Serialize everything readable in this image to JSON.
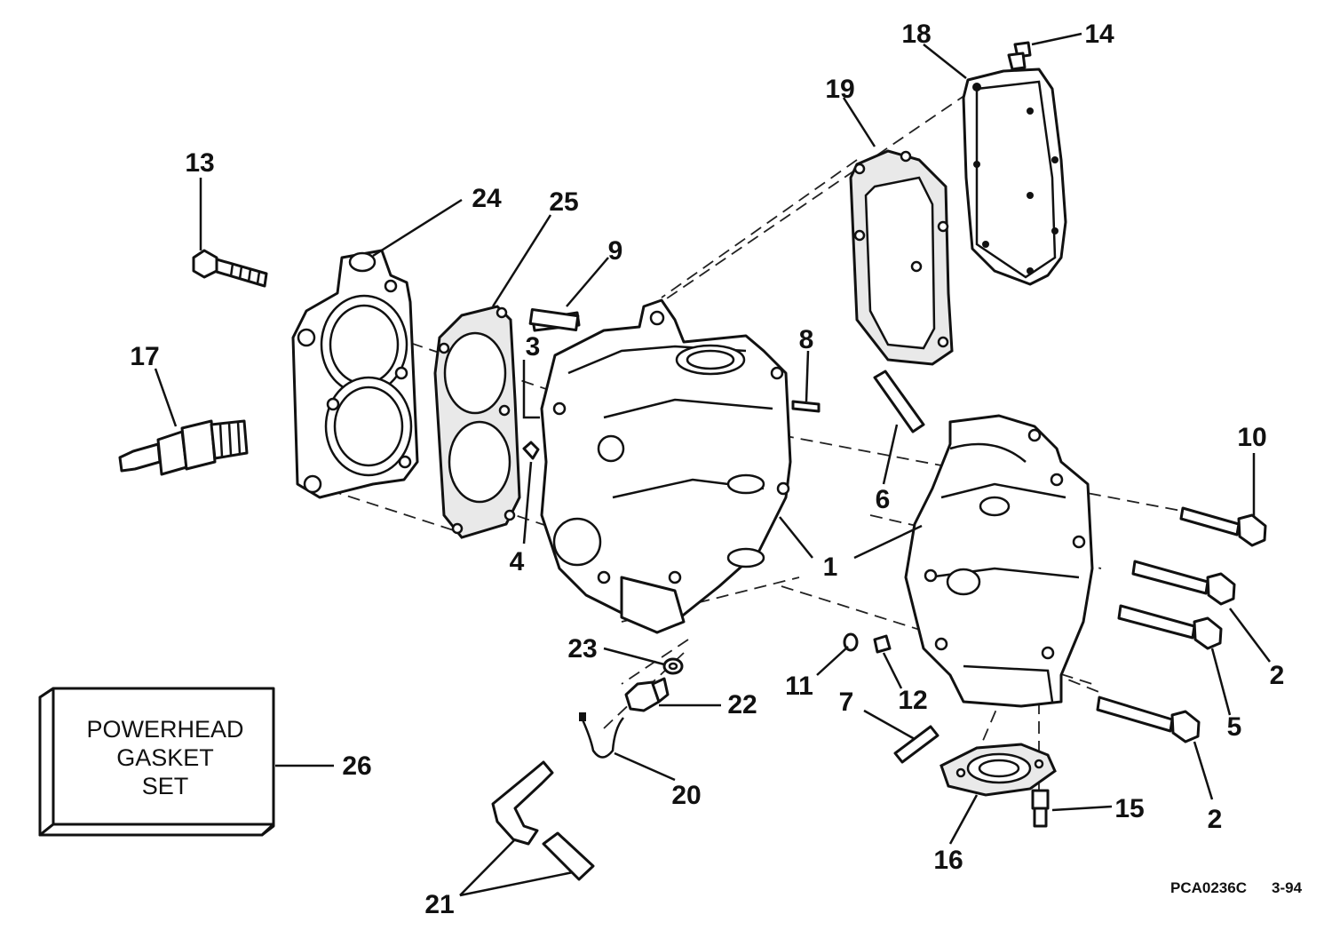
{
  "callouts": [
    {
      "id": "c1a",
      "text": "1"
    },
    {
      "id": "c1b",
      "text": "1"
    },
    {
      "id": "c2a",
      "text": "2"
    },
    {
      "id": "c2b",
      "text": "2"
    },
    {
      "id": "c3",
      "text": "3"
    },
    {
      "id": "c4",
      "text": "4"
    },
    {
      "id": "c5",
      "text": "5"
    },
    {
      "id": "c6",
      "text": "6"
    },
    {
      "id": "c7",
      "text": "7"
    },
    {
      "id": "c8",
      "text": "8"
    },
    {
      "id": "c9",
      "text": "9"
    },
    {
      "id": "c10",
      "text": "10"
    },
    {
      "id": "c11",
      "text": "11"
    },
    {
      "id": "c12",
      "text": "12"
    },
    {
      "id": "c13",
      "text": "13"
    },
    {
      "id": "c14",
      "text": "14"
    },
    {
      "id": "c15",
      "text": "15"
    },
    {
      "id": "c16",
      "text": "16"
    },
    {
      "id": "c17",
      "text": "17"
    },
    {
      "id": "c18",
      "text": "18"
    },
    {
      "id": "c19",
      "text": "19"
    },
    {
      "id": "c20",
      "text": "20"
    },
    {
      "id": "c21",
      "text": "21"
    },
    {
      "id": "c22",
      "text": "22"
    },
    {
      "id": "c23",
      "text": "23"
    },
    {
      "id": "c24",
      "text": "24"
    },
    {
      "id": "c25",
      "text": "25"
    },
    {
      "id": "c26",
      "text": "26"
    }
  ],
  "gasket_box": {
    "line1": "POWERHEAD",
    "line2": "GASKET",
    "line3": "SET"
  },
  "footer": {
    "code": "PCA0236C",
    "date": "3-94"
  }
}
